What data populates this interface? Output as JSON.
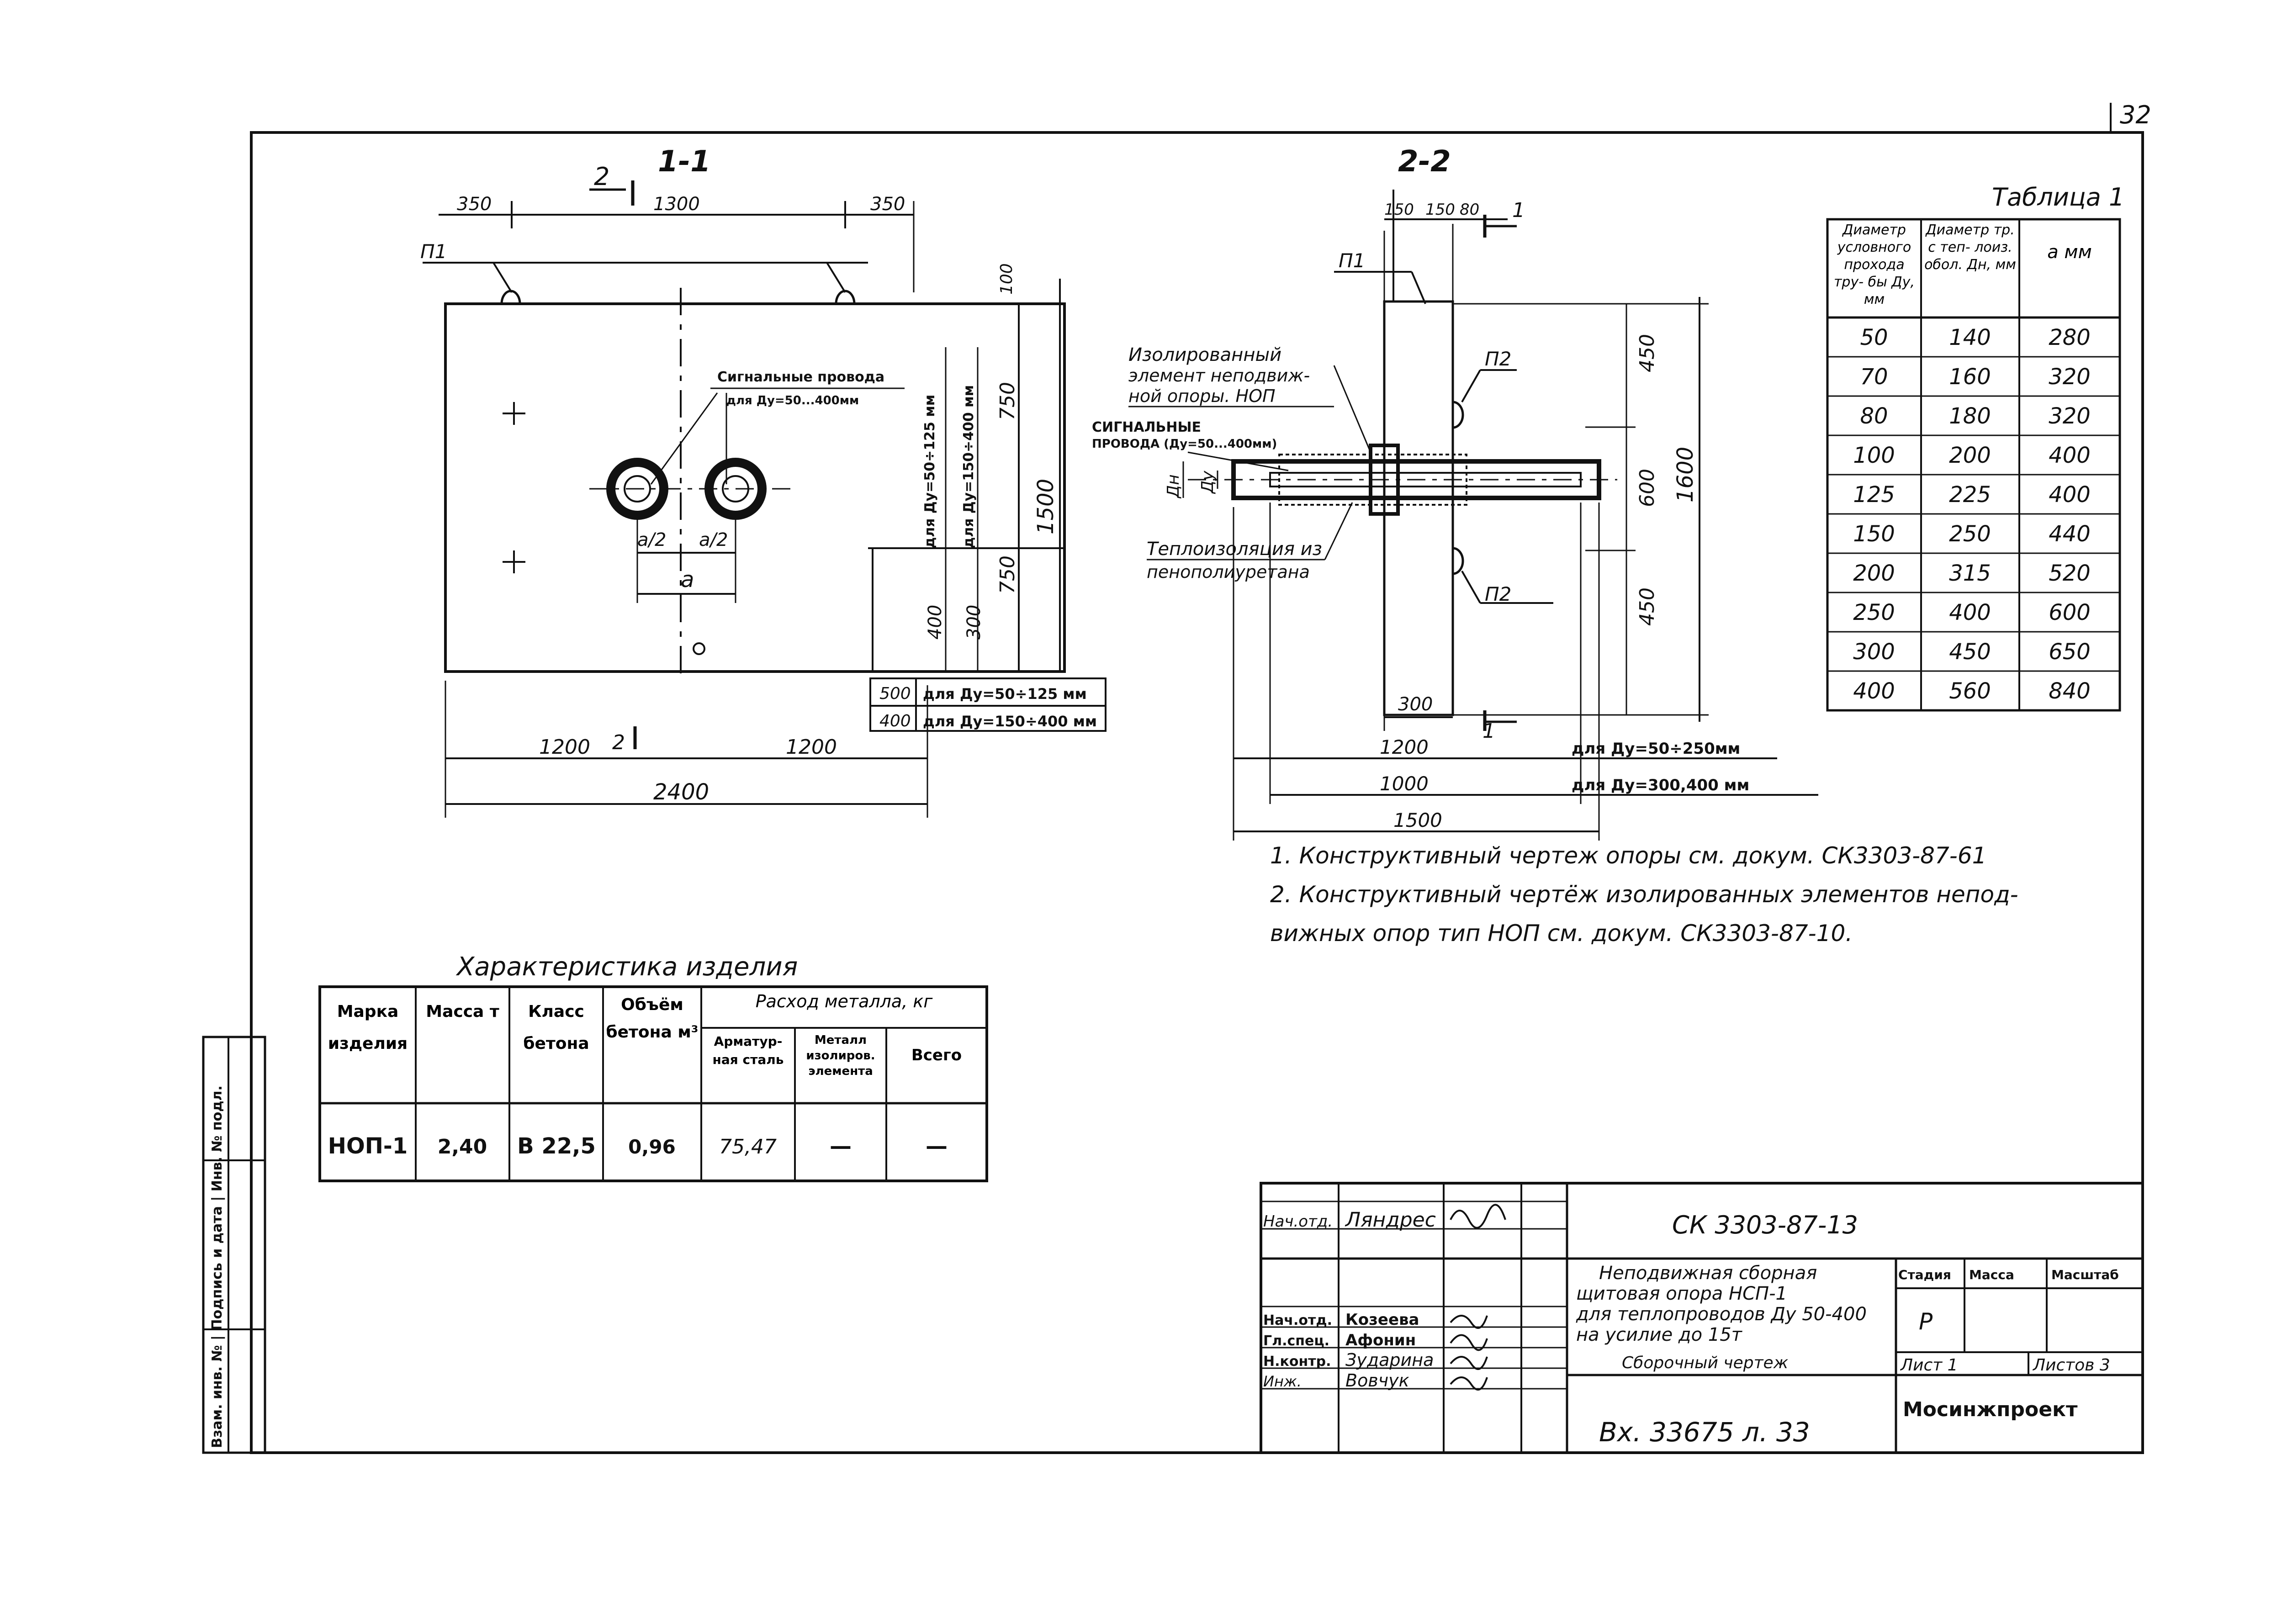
{
  "sheet_number": "32",
  "section_1": {
    "title": "1-1",
    "cut_mark": "2",
    "tag_p1": "П1",
    "dim_top": [
      "350",
      "1300",
      "350"
    ],
    "dim_right": [
      "100",
      "750",
      "750",
      "1500",
      "400",
      "300"
    ],
    "dim_bottom": [
      "1200",
      "1200",
      "2400"
    ],
    "cut_mark_bottom": "2",
    "signal_wires_label_1": "Сигнальные провода",
    "signal_wires_label_2": "для Ду=50...400мм",
    "vertical_note_1": "для Ду=50÷125 мм",
    "vertical_note_2": "для Ду=150÷400 мм",
    "a_half_1": "a/2",
    "a_half_2": "a/2",
    "a_dim": "a",
    "small_table": [
      {
        "v": "500",
        "note": "для Ду=50÷125 мм"
      },
      {
        "v": "400",
        "note": "для Ду=150÷400 мм"
      }
    ]
  },
  "section_2": {
    "title": "2-2",
    "tag_p1": "П1",
    "tag_p2a": "П2",
    "tag_p2b": "П2",
    "cut_mark": "1",
    "cut_mark_bottom": "1",
    "dim_top": [
      "150",
      "150",
      "80"
    ],
    "dim_right": [
      "450",
      "600",
      "450",
      "1600"
    ],
    "dim_300": "300",
    "dim_bottom": [
      "1200",
      "1000",
      "1500"
    ],
    "note_1200": "для Ду=50÷250мм",
    "note_1000": "для Ду=300,400 мм",
    "insulated_label": [
      "Изолированный",
      "элемент неподвиж-",
      "ной опоры. НОП"
    ],
    "signal_label": [
      "СИГНАЛЬНЫЕ",
      "ПРОВОДА (Ду=50...400мм)"
    ],
    "dn_label": "Дн",
    "dy_label": "Ду",
    "insulation_label": [
      "Теплоизоляция из",
      "пенополиуретана"
    ]
  },
  "table1": {
    "caption": "Таблица 1",
    "headers": [
      "Диаметр условного прохода тру- бы Ду, мм",
      "Диаметр тр. с теп- лоиз. обол. Дн, мм",
      "a мм"
    ],
    "rows": [
      [
        "50",
        "140",
        "280"
      ],
      [
        "70",
        "160",
        "320"
      ],
      [
        "80",
        "180",
        "320"
      ],
      [
        "100",
        "200",
        "400"
      ],
      [
        "125",
        "225",
        "400"
      ],
      [
        "150",
        "250",
        "440"
      ],
      [
        "200",
        "315",
        "520"
      ],
      [
        "250",
        "400",
        "600"
      ],
      [
        "300",
        "450",
        "650"
      ],
      [
        "400",
        "560",
        "840"
      ]
    ]
  },
  "notes": [
    "1. Конструктивный чертеж опоры см. докум. СК3303-87-61",
    "2. Конструктивный чертёж изолированных элементов непод-",
    "вижных опор тип НОП см. докум. СК3303-87-10."
  ],
  "characteristics": {
    "title": "Характеристика изделия",
    "headers": {
      "mark": "Марка изделия",
      "mass": "Масса т",
      "class": "Класс бетона",
      "volume": "Объём бетона м³",
      "metal": "Расход металла, кг",
      "rebar": "Арматур- ная сталь",
      "insul": "Металл изолиров. элемента",
      "total": "Всего"
    },
    "row": {
      "mark": "НОП-1",
      "mass": "2,40",
      "class": "В 22,5",
      "volume": "0,96",
      "rebar": "75,47",
      "insul": "—",
      "total": "—"
    }
  },
  "side_stamp": "Взам. инв. № | Подпись и дата | Инв. № подл.",
  "title_block": {
    "doc_code": "СК 3303-87-13",
    "title_lines": [
      "Неподвижная сборная",
      "щитовая опора НСП-1",
      "для теплопроводов Ду 50-400",
      "на усилие до 15т",
      "Сборочный чертеж"
    ],
    "roles": [
      {
        "role": "Нач.отд.",
        "name": "Ляндрес"
      },
      {
        "role": "Нач.отд.",
        "name": "Козеева"
      },
      {
        "role": "Гл.спец.",
        "name": "Афонин"
      },
      {
        "role": "Н.контр.",
        "name": "Зударина"
      },
      {
        "role": "Инж.",
        "name": "Вовчук"
      }
    ],
    "stage_h": "Стадия",
    "mass_h": "Масса",
    "scale_h": "Масштаб",
    "stage_v": "Р",
    "sheet_label": "Лист 1",
    "sheets_label": "Листов 3",
    "org": "Мосинжпроект",
    "archive": "Вх. 33675 л. 33"
  }
}
